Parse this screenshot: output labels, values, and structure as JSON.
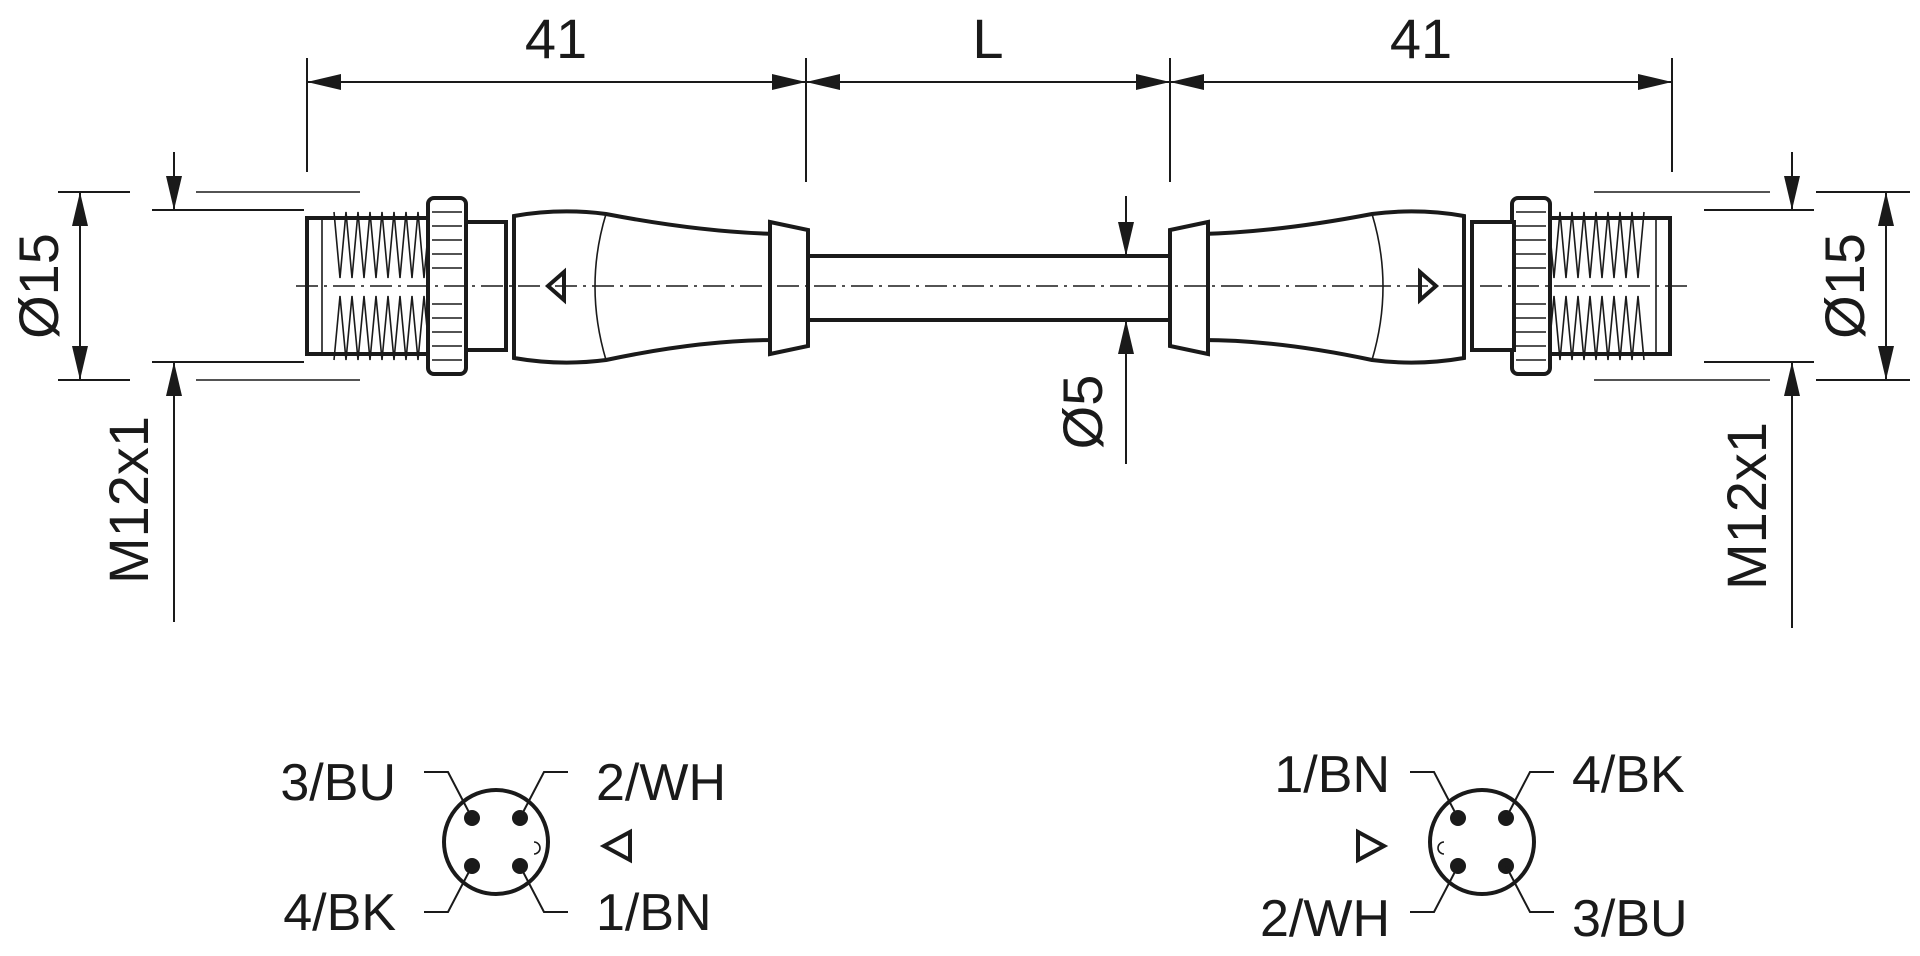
{
  "dimensions": {
    "left_connector_length": "41",
    "cable_length": "L",
    "right_connector_length": "41",
    "left_diameter": "Ø15",
    "right_diameter": "Ø15",
    "cable_diameter": "Ø5",
    "left_thread": "M12x1",
    "right_thread": "M12x1"
  },
  "pinouts": {
    "left": {
      "top_left": "3/BU",
      "top_right": "2/WH",
      "bottom_left": "4/BK",
      "bottom_right": "1/BN"
    },
    "right": {
      "top_left": "1/BN",
      "top_right": "4/BK",
      "bottom_left": "2/WH",
      "bottom_right": "3/BU"
    }
  },
  "colors": {
    "line": "#1a1a1a",
    "background": "#ffffff"
  }
}
